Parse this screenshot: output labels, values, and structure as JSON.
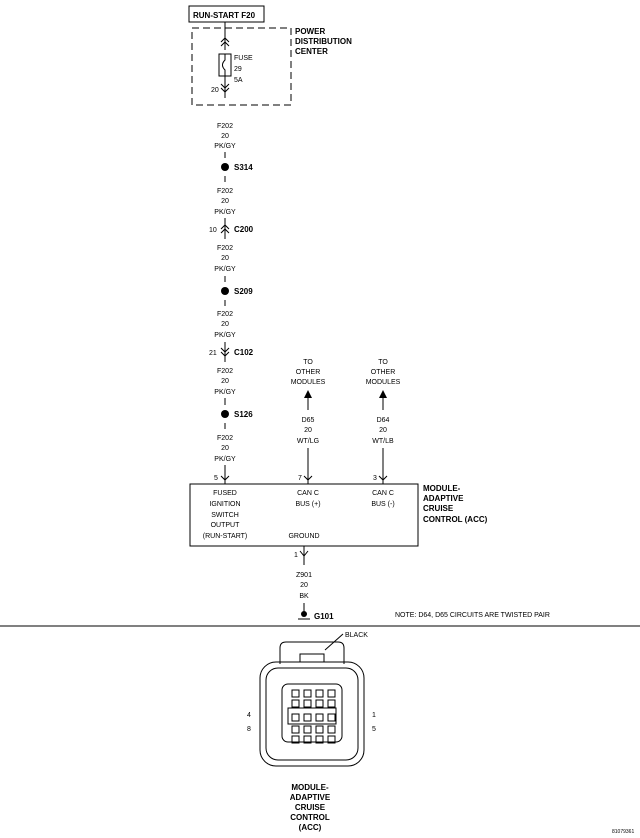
{
  "power_source": "RUN-START F20",
  "pdc": {
    "line1": "POWER",
    "line2": "DISTRIBUTION",
    "line3": "CENTER"
  },
  "fuse": {
    "label": "FUSE",
    "number": "29",
    "rating": "5A",
    "pin": "20"
  },
  "wire_f202": {
    "circuit": "F202",
    "gauge": "20",
    "color": "PK/GY"
  },
  "splices": {
    "s314": "S314",
    "s209": "S209",
    "s126": "S126"
  },
  "connectors": {
    "c200": {
      "name": "C200",
      "pin": "10"
    },
    "c102": {
      "name": "C102",
      "pin": "21"
    }
  },
  "to_other_modules": {
    "line1": "TO",
    "line2": "OTHER",
    "line3": "MODULES"
  },
  "wire_d65": {
    "circuit": "D65",
    "gauge": "20",
    "color": "WT/LG",
    "pin": "7"
  },
  "wire_d64": {
    "circuit": "D64",
    "gauge": "20",
    "color": "WT/LB",
    "pin": "3"
  },
  "f202_pin": "5",
  "module": {
    "line1": "MODULE-",
    "line2": "ADAPTIVE",
    "line3": "CRUISE",
    "line4": "CONTROL (ACC)"
  },
  "module_pins": {
    "fused": [
      "FUSED",
      "IGNITION",
      "SWITCH",
      "OUTPUT",
      "(RUN-START)"
    ],
    "canc_pos": [
      "CAN C",
      "BUS (+)"
    ],
    "canc_neg": [
      "CAN C",
      "BUS (-)"
    ],
    "ground": "GROUND"
  },
  "wire_z901": {
    "circuit": "Z901",
    "gauge": "20",
    "color": "BK",
    "pin": "1"
  },
  "ground_label": "G101",
  "note": "NOTE:  D64, D65    CIRCUITS ARE TWISTED PAIR",
  "connector_view": {
    "color_label": "BLACK",
    "pins": {
      "tl": "4",
      "bl": "8",
      "tr": "1",
      "br": "5"
    },
    "title": [
      "MODULE-",
      "ADAPTIVE",
      "CRUISE",
      "CONTROL",
      "(ACC)"
    ]
  },
  "figure_id": "81079361"
}
